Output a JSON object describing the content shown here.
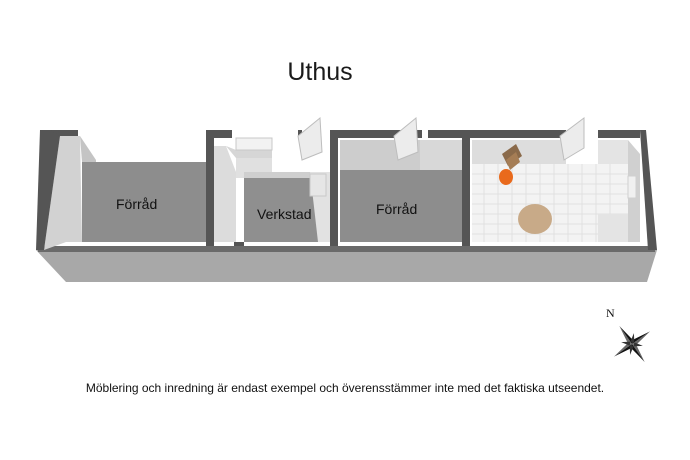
{
  "title": "Uthus",
  "rooms": [
    {
      "name": "Förråd"
    },
    {
      "name": "Verkstad"
    },
    {
      "name": "Förråd"
    }
  ],
  "compass_label": "N",
  "disclaimer": "Möblering och inredning är endast exempel och överensstämmer inte med det faktiska utseendet.",
  "colors": {
    "wall_top": "#555555",
    "wall_face": "#c8c8c8",
    "floor": "#8f8f8f",
    "tile": "#f4f4f4",
    "exterior_base": "#a9a9a9",
    "door": "#e9e9e9",
    "accent_orange": "#e96a1c",
    "rug": "#c9aa86"
  }
}
